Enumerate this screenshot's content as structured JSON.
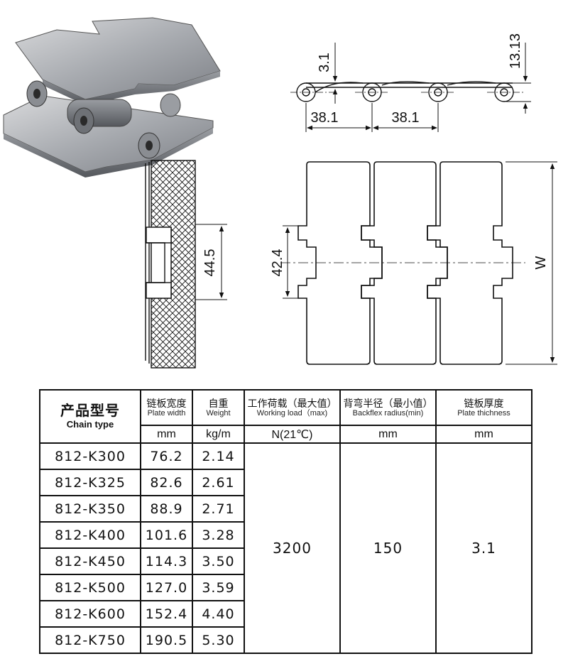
{
  "drawing": {
    "dim_pitch_1": "38.1",
    "dim_pitch_2": "38.1",
    "dim_thickness": "3.1",
    "dim_height": "13.13",
    "dim_knuckle": "44.5",
    "dim_tab": "42.4",
    "dim_width": "W"
  },
  "table": {
    "headers": {
      "chain_type": {
        "zh": "产品型号",
        "en": "Chain type"
      },
      "plate_width": {
        "zh": "链板宽度",
        "en": "Plate width",
        "unit": "mm"
      },
      "weight": {
        "zh": "自重",
        "en": "Weight",
        "unit": "kg/m"
      },
      "working_load": {
        "zh": "工作荷载（最大值）",
        "en": "Working load（max)",
        "unit": "N(21℃)"
      },
      "backflex": {
        "zh": "背弯半径（最小值）",
        "en": "Backflex radius(min)",
        "unit": "mm"
      },
      "thickness": {
        "zh": "链板厚度",
        "en": "Plate thichness",
        "unit": "mm"
      }
    },
    "rows": [
      {
        "type": "812-K300",
        "width": "76.2",
        "weight": "2.14"
      },
      {
        "type": "812-K325",
        "width": "82.6",
        "weight": "2.61"
      },
      {
        "type": "812-K350",
        "width": "88.9",
        "weight": "2.71"
      },
      {
        "type": "812-K400",
        "width": "101.6",
        "weight": "3.28"
      },
      {
        "type": "812-K450",
        "width": "114.3",
        "weight": "3.50"
      },
      {
        "type": "812-K500",
        "width": "127.0",
        "weight": "3.59"
      },
      {
        "type": "812-K600",
        "width": "152.4",
        "weight": "4.40"
      },
      {
        "type": "812-K750",
        "width": "190.5",
        "weight": "5.30"
      }
    ],
    "working_load_value": "3200",
    "backflex_value": "150",
    "thickness_value": "3.1"
  }
}
